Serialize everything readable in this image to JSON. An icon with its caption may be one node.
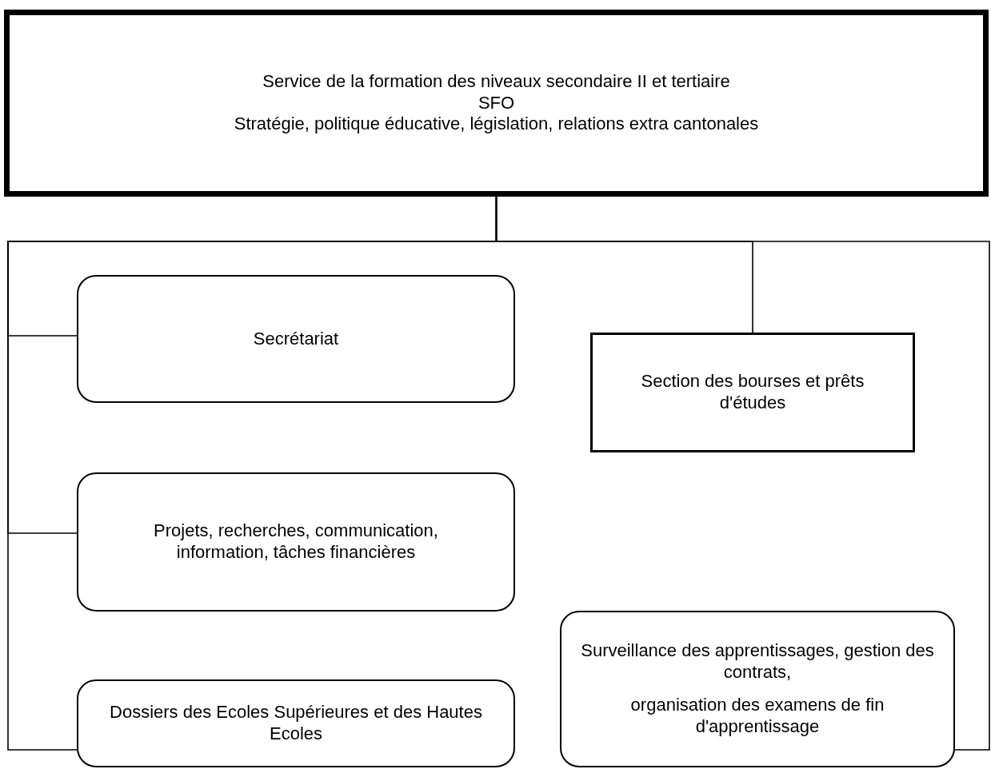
{
  "diagram": {
    "nodes": [
      {
        "text": [
          "Service de la formation des niveaux secondaire II et tertiaire",
          "SFO",
          "Stratégie, politique éducative, législation, relations extra cantonales"
        ]
      },
      {
        "text": [
          "Secrétariat"
        ]
      },
      {
        "text": [
          "Section des bourses et prêts d'études"
        ]
      },
      {
        "text": [
          "Projets, recherches, communication, information, tâches financières"
        ]
      },
      {
        "text": [
          "Surveillance des apprentissages, gestion des contrats,",
          "organisation des examens de fin d'apprentissage"
        ]
      },
      {
        "text": [
          "Dossiers des Ecoles Supérieures et des Hautes Ecoles"
        ]
      }
    ],
    "edges": [
      {
        "from": 0,
        "to": 1,
        "arrow": "none"
      },
      {
        "from": 0,
        "to": 2,
        "arrow": "none"
      },
      {
        "from": 0,
        "to": 3,
        "arrow": "none"
      },
      {
        "from": 0,
        "to": 4,
        "arrow": "none"
      },
      {
        "from": 0,
        "to": 5,
        "arrow": "none"
      }
    ]
  }
}
